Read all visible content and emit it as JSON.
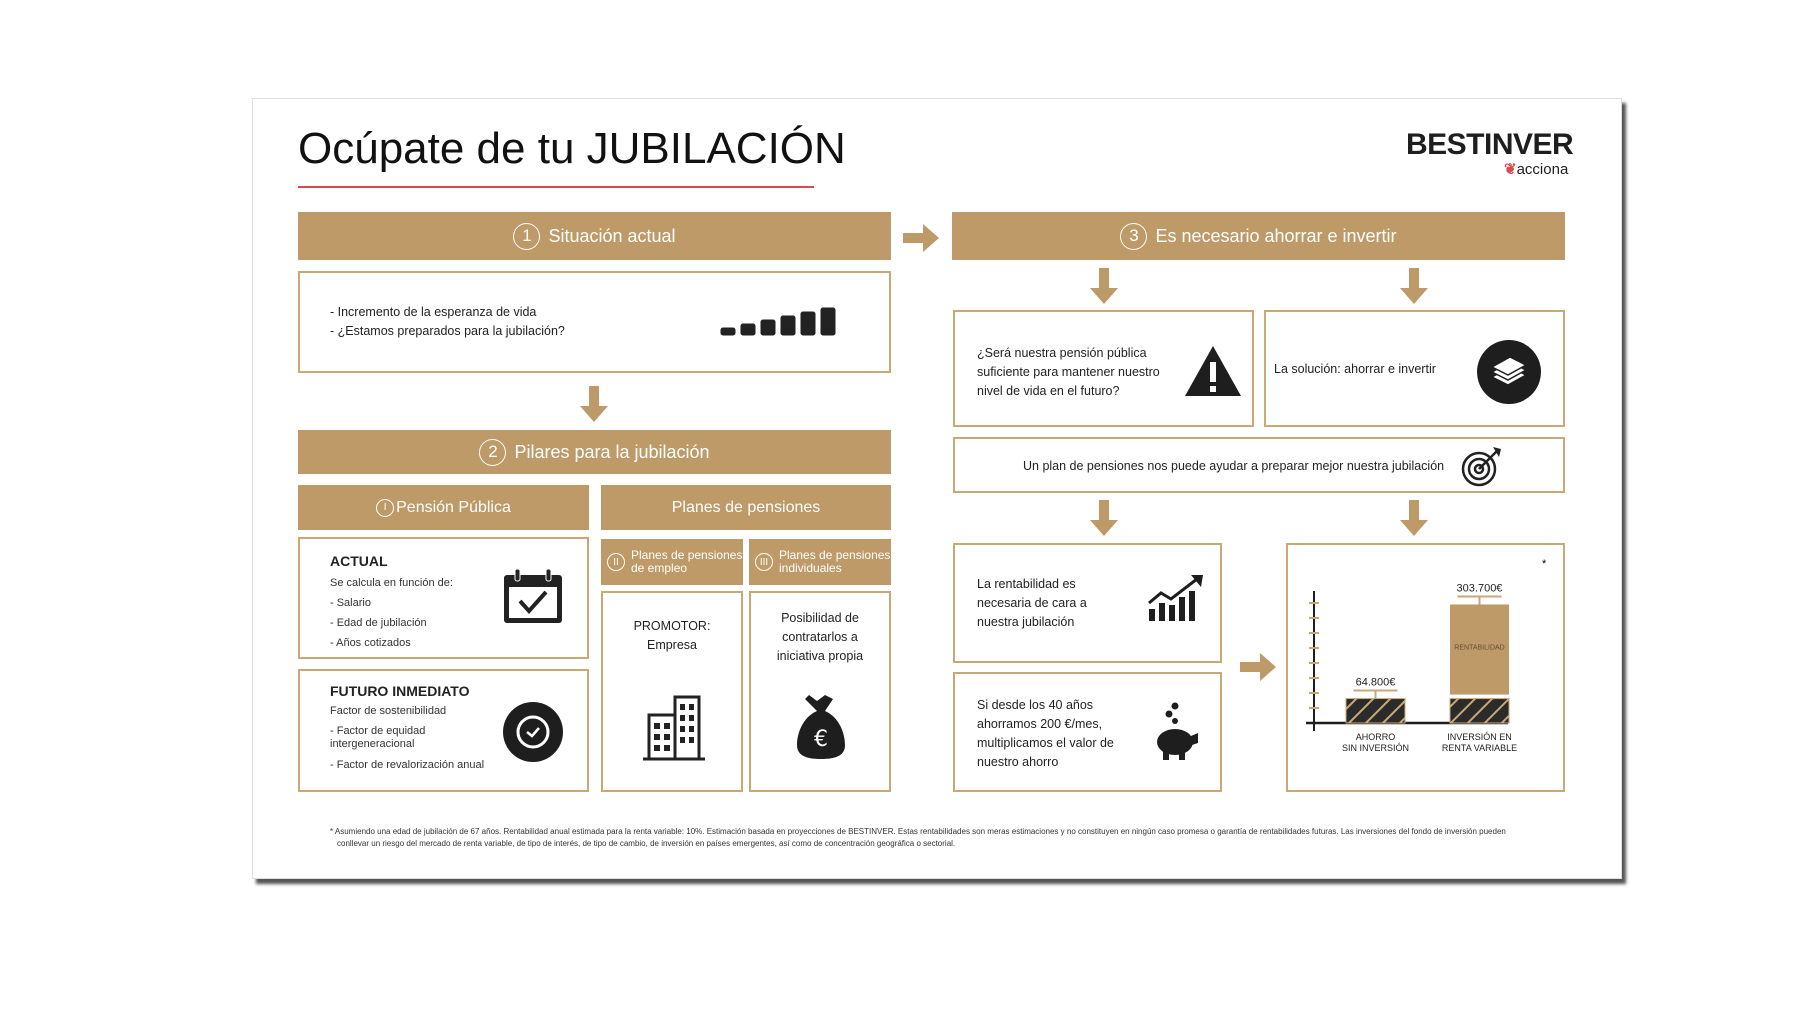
{
  "title": "Ocúpate de tu JUBILACIÓN",
  "logo": {
    "brand": "BESTINVER",
    "sub": "acciona"
  },
  "colors": {
    "gold": "#bd9a67",
    "red": "#e0474c",
    "dark": "#1e1e1e"
  },
  "s1": {
    "num": "1",
    "title": "Situación actual",
    "items": [
      "- Incremento de la esperanza de vida",
      "- ¿Estamos preparados para la jubilación?"
    ]
  },
  "s2": {
    "num": "2",
    "title": "Pilares para la jubilación",
    "publica": {
      "num": "I",
      "title": "Pensión Pública"
    },
    "planes": {
      "title": "Planes de pensiones"
    },
    "actual": {
      "title": "ACTUAL",
      "intro": "Se calcula en función de:",
      "items": [
        "- Salario",
        "- Edad de jubilación",
        "- Años cotizados"
      ]
    },
    "futuro": {
      "title": "FUTURO INMEDIATO",
      "intro": "Factor de sostenibilidad",
      "items": [
        "- Factor de equidad intergeneracional",
        "- Factor de revalorización anual"
      ]
    },
    "empleo": {
      "num": "II",
      "title": "Planes de pensiones de empleo",
      "text1": "PROMOTOR:",
      "text2": "Empresa"
    },
    "individuales": {
      "num": "III",
      "title": "Planes de pensiones individuales",
      "text": "Posibilidad de contratarlos a iniciativa propia"
    }
  },
  "s3": {
    "num": "3",
    "title": "Es necesario ahorrar e invertir",
    "question": "¿Será nuestra pensión pública suficiente para mantener nuestro nivel de vida en el futuro?",
    "solution": "La solución: ahorrar e invertir",
    "plan": "Un plan de pensiones nos puede ayudar a preparar mejor nuestra jubilación",
    "rentabilidad": "La rentabilidad es necesaria de cara a nuestra jubilación",
    "ahorro": "Si desde los 40 años ahorramos 200 €/mes, multiplicamos el valor de nuestro ahorro"
  },
  "chart_data": {
    "type": "bar",
    "asterisk": "*",
    "categories": [
      "AHORRO SIN INVERSIÓN",
      "INVERSIÓN EN RENTA VARIABLE"
    ],
    "category_lines": [
      [
        "AHORRO",
        "SIN INVERSIÓN"
      ],
      [
        "INVERSIÓN EN",
        "RENTA VARIABLE"
      ]
    ],
    "values": [
      64800,
      303700
    ],
    "value_labels": [
      "64.800€",
      "303.700€"
    ],
    "series": [
      {
        "name": "Ahorro",
        "values": [
          64800,
          64800
        ]
      },
      {
        "name": "RENTABILIDAD",
        "values": [
          0,
          238900
        ]
      }
    ],
    "segment_label": "RENTABILIDAD",
    "ylim": [
      0,
      350000
    ],
    "ticks": 8
  },
  "footnote": "* Asumiendo una edad de jubilación de 67 años. Rentabilidad anual estimada para la renta variable: 10%. Estimación basada en proyecciones de BESTINVER. Estas rentabilidades son meras estimaciones y no constituyen en ningún caso promesa o garantía de rentabilidades futuras. Las inversiones del fondo de inversión pueden conllevar un riesgo del mercado de renta variable, de tipo de interés, de tipo de cambio, de inversión en países emergentes, así como de concentración geográfica o sectorial."
}
